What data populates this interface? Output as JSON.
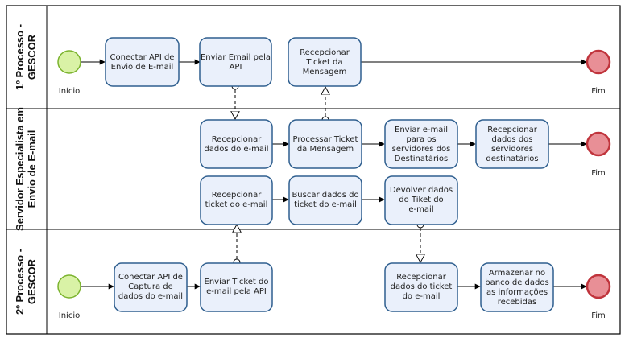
{
  "lanes": {
    "top": {
      "label": [
        "1º Processo -",
        "GESCOR"
      ]
    },
    "middle": {
      "label": [
        "Servidor Especialista em",
        "Envio de E-mail"
      ]
    },
    "bottom": {
      "label": [
        "2º Processo -",
        "GESCOR"
      ]
    }
  },
  "events": {
    "start_top": "Início",
    "end_top": "Fim",
    "end_middle": "Fim",
    "start_bottom": "Início",
    "end_bottom": "Fim"
  },
  "tasks": {
    "conectar_api_envio": [
      "Conectar API de",
      "Envio de E-mail"
    ],
    "enviar_email_api": [
      "Enviar Email pela",
      "API"
    ],
    "recepcionar_ticket_msg": [
      "Recepcionar",
      "Ticket da",
      "Mensagem"
    ],
    "recepcionar_dados_email": [
      "Recepcionar",
      "dados do e-mail"
    ],
    "processar_ticket": [
      "Processar Ticket",
      "da Mensagem"
    ],
    "enviar_email_servidores": [
      "Enviar e-mail",
      "para os",
      "servidores dos",
      "Destinatários"
    ],
    "recepcionar_dados_servidores": [
      "Recepcionar",
      "dados dos",
      "servidores",
      "destinatários"
    ],
    "recepcionar_ticket_email": [
      "Recepcionar",
      "ticket do e-mail"
    ],
    "buscar_dados_ticket": [
      "Buscar dados do",
      "ticket do e-mail"
    ],
    "devolver_dados_ticket": [
      "Devolver dados",
      "do Tiket do",
      "e-mail"
    ],
    "conectar_api_captura": [
      "Conectar API de",
      "Captura de",
      "dados do e-mail"
    ],
    "enviar_ticket_api": [
      "Enviar Ticket do",
      "e-mail pela API"
    ],
    "recepcionar_dados_ticket": [
      "Recepcionar",
      "dados do ticket",
      "do e-mail"
    ],
    "armazenar_banco": [
      "Armazenar no",
      "banco de dados",
      "as informações",
      "recebidas"
    ]
  },
  "colors": {
    "task_fill": "#eaf0fb",
    "task_stroke": "#2f5f8f",
    "start_fill": "#d9f2a6",
    "start_stroke": "#7bb32e",
    "end_fill": "#e88f96",
    "end_stroke": "#c0343c",
    "lane_stroke": "#000000"
  }
}
